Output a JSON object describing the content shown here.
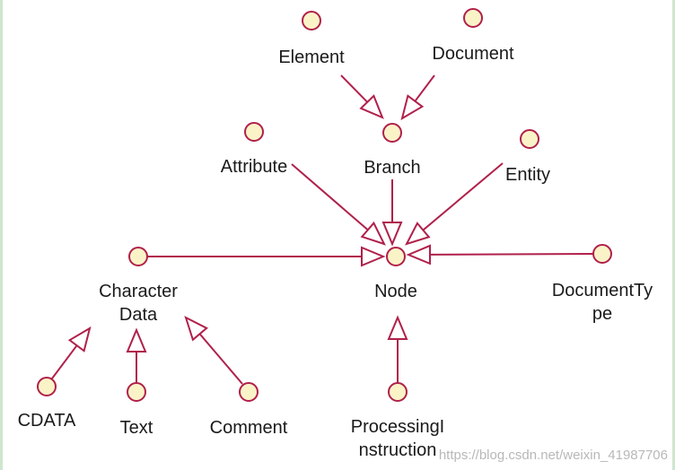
{
  "diagram": {
    "nodes": [
      {
        "id": "element",
        "label": [
          "Element"
        ]
      },
      {
        "id": "document",
        "label": [
          "Document"
        ]
      },
      {
        "id": "branch",
        "label": [
          "Branch"
        ]
      },
      {
        "id": "attribute",
        "label": [
          "Attribute"
        ]
      },
      {
        "id": "entity",
        "label": [
          "Entity"
        ]
      },
      {
        "id": "node",
        "label": [
          "Node"
        ]
      },
      {
        "id": "characterdata",
        "label": [
          "Character",
          "Data"
        ]
      },
      {
        "id": "documenttype",
        "label": [
          "DocumentTy",
          "pe"
        ]
      },
      {
        "id": "cdata",
        "label": [
          "CDATA"
        ]
      },
      {
        "id": "text",
        "label": [
          "Text"
        ]
      },
      {
        "id": "comment",
        "label": [
          "Comment"
        ]
      },
      {
        "id": "processinginstruction",
        "label": [
          "ProcessingI",
          "nstruction"
        ]
      }
    ],
    "edges": [
      {
        "from": "element",
        "to": "branch",
        "kind": "generalization"
      },
      {
        "from": "document",
        "to": "branch",
        "kind": "generalization"
      },
      {
        "from": "branch",
        "to": "node",
        "kind": "generalization"
      },
      {
        "from": "attribute",
        "to": "node",
        "kind": "generalization"
      },
      {
        "from": "entity",
        "to": "node",
        "kind": "generalization"
      },
      {
        "from": "characterdata",
        "to": "node",
        "kind": "generalization"
      },
      {
        "from": "documenttype",
        "to": "node",
        "kind": "generalization"
      },
      {
        "from": "processinginstruction",
        "to": "node",
        "kind": "generalization"
      },
      {
        "from": "cdata",
        "to": "characterdata",
        "kind": "generalization"
      },
      {
        "from": "text",
        "to": "characterdata",
        "kind": "generalization"
      },
      {
        "from": "comment",
        "to": "characterdata",
        "kind": "generalization"
      }
    ],
    "watermark": "https://blog.csdn.net/weixin_41987706",
    "colors": {
      "stroke": "#b0204a",
      "node_fill": "#fbf3c8",
      "text": "#1a1a1a",
      "watermark": "#b8b8b8"
    }
  }
}
